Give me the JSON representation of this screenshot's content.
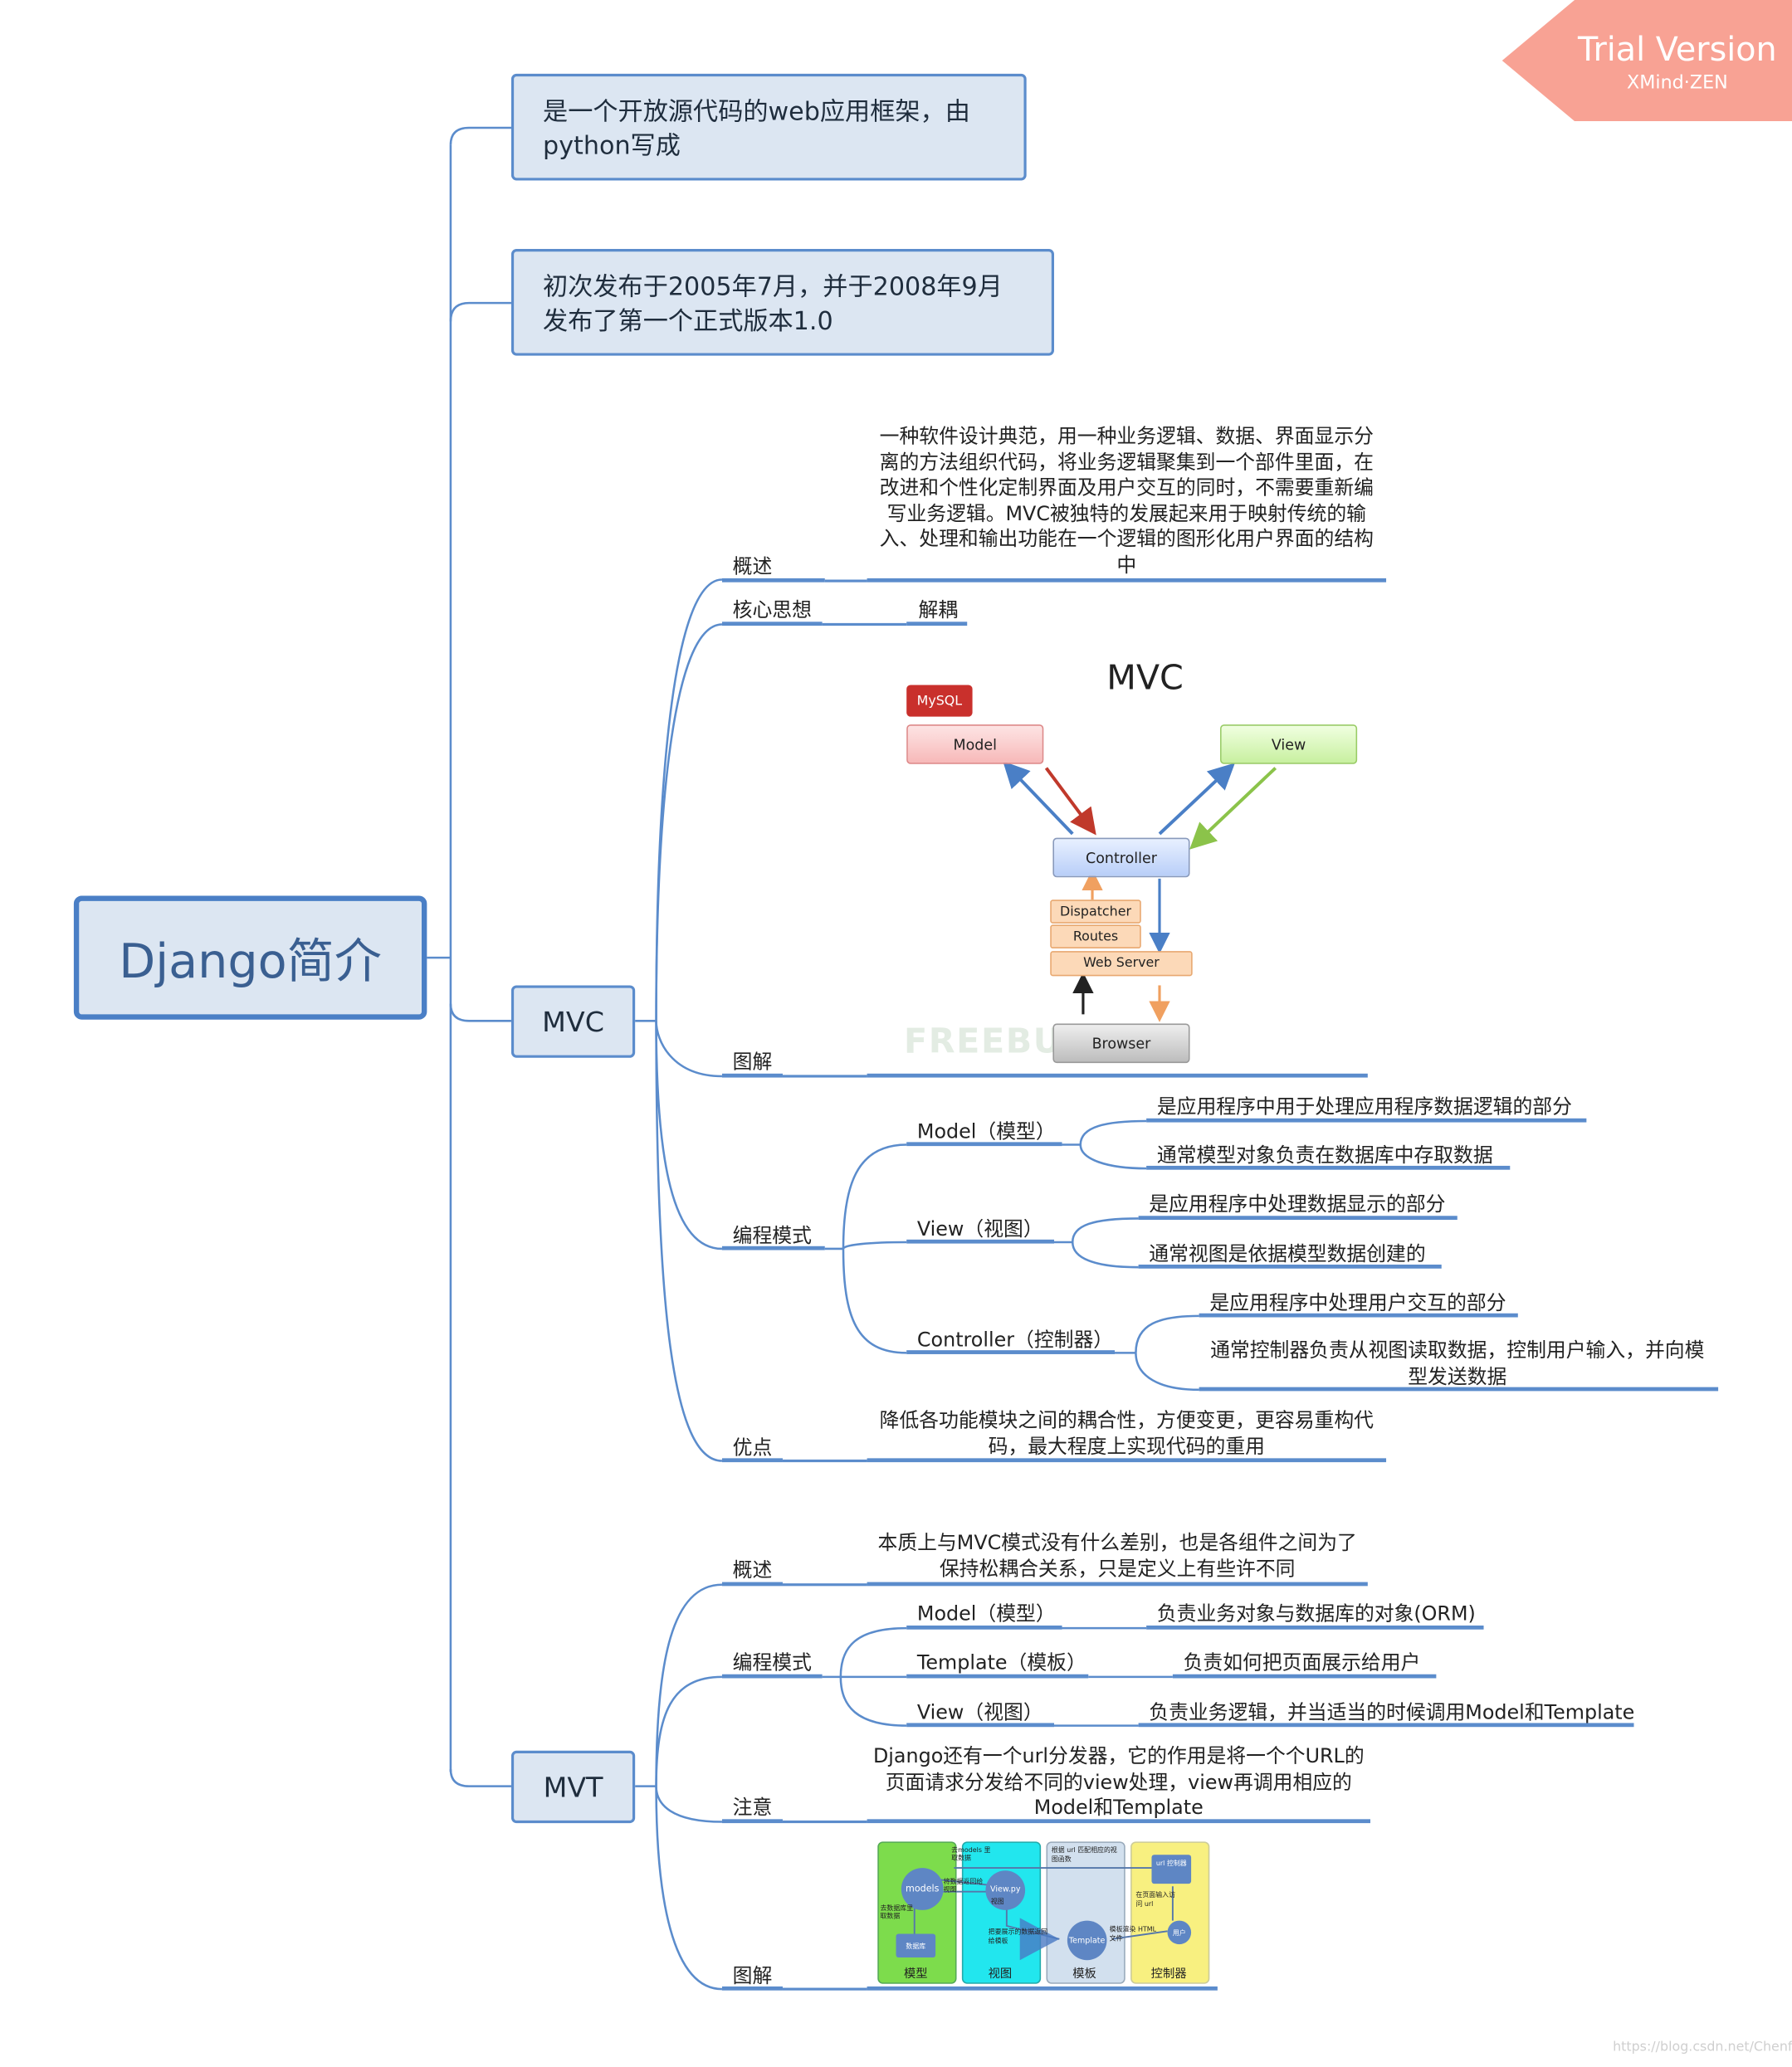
{
  "root": "Django简介",
  "branches": {
    "intro": "是一个开放源代码的web应用框架，由python写成",
    "release": "初次发布于2005年7月，并于2008年9月发布了第一个正式版本1.0",
    "mvc": {
      "title": "MVC",
      "overview_label": "概述",
      "overview_text": "一种软件设计典范，用一种业务逻辑、数据、界面显示分离的方法组织代码，将业务逻辑聚集到一个部件里面，在改进和个性化定制界面及用户交互的同时，不需要重新编写业务逻辑。MVC被独特的发展起来用于映射传统的输入、处理和输出功能在一个逻辑的图形化用户界面的结构中",
      "core_label": "核心思想",
      "core_text": "解耦",
      "diagram_label": "图解",
      "pattern_label": "编程模式",
      "model_label": "Model（模型）",
      "model_items": [
        "是应用程序中用于处理应用程序数据逻辑的部分",
        "通常模型对象负责在数据库中存取数据"
      ],
      "view_label": "View（视图）",
      "view_items": [
        "是应用程序中处理数据显示的部分",
        "通常视图是依据模型数据创建的"
      ],
      "controller_label": "Controller（控制器）",
      "controller_items": [
        "是应用程序中处理用户交互的部分",
        "通常控制器负责从视图读取数据，控制用户输入，并向模型发送数据"
      ],
      "advantage_label": "优点",
      "advantage_text": "降低各功能模块之间的耦合性，方便变更，更容易重构代码，最大程度上实现代码的重用"
    },
    "mvt": {
      "title": "MVT",
      "overview_label": "概述",
      "overview_text": "本质上与MVC模式没有什么差别，也是各组件之间为了保持松耦合关系，只是定义上有些许不同",
      "pattern_label": "编程模式",
      "model_label": "Model（模型）",
      "model_text": "负责业务对象与数据库的对象(ORM)",
      "template_label": "Template（模板）",
      "template_text": "负责如何把页面展示给用户",
      "view_label": "View（视图）",
      "view_text": "负责业务逻辑，并当适当的时候调用Model和Template",
      "note_label": "注意",
      "note_text": "Django还有一个url分发器，它的作用是将一个个URL的页面请求分发给不同的view处理，view再调用相应的Model和Template",
      "diagram_label": "图解"
    }
  },
  "mvc_diagram": {
    "title": "MVC",
    "mysql": "MySQL",
    "model": "Model",
    "view": "View",
    "controller": "Controller",
    "dispatcher": "Dispatcher",
    "routes": "Routes",
    "webserver": "Web Server",
    "browser": "Browser",
    "watermark": "FREEBUF"
  },
  "mvt_diagram": {
    "col_model": "模型",
    "col_view": "视图",
    "col_template": "模板",
    "col_controller": "控制器",
    "models": "models",
    "viewpy": "View.py",
    "viewpy_sub": "视图",
    "template": "Template",
    "user": "用户",
    "urlctl": "url 控制器",
    "database": "数据库",
    "t1": "去models 里取数据",
    "t2": "将数据返回给视图",
    "t3": "去数据库里取数据",
    "t4": "根据 url 匹配相应的视图函数",
    "t5": "在页面输入访问 url",
    "t6": "把要展示的数据返回给模板",
    "t7": "模板渲染 HTML 文件"
  },
  "trial": {
    "title": "Trial Version",
    "sub": "XMind·ZEN"
  },
  "watermark": "https://blog.csdn.net/Chenfe"
}
